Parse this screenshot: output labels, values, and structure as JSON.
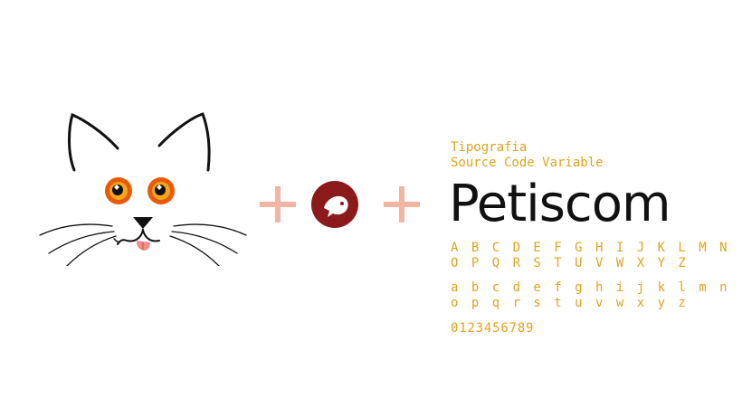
{
  "illustration": {
    "icon": "cat-face-icon"
  },
  "logo": {
    "icon": "fish-logo-icon",
    "color": "#8b1a1a"
  },
  "colors": {
    "accent": "#e3a21e",
    "plus": "#f2b4a3",
    "wordmark": "#111111"
  },
  "font_label": {
    "line1": "Tipografia",
    "line2": "Source Code Variable"
  },
  "brand": {
    "wordmark": "Petiscom"
  },
  "specimen": {
    "uppercase_1": "A B C D E F G H I J K L M N",
    "uppercase_2": "O P Q R S T U V W X Y Z",
    "lowercase_1": "a b c d e f g h i j k l m n",
    "lowercase_2": "o p q r s t u v w x y z",
    "digits": "0123456789"
  }
}
